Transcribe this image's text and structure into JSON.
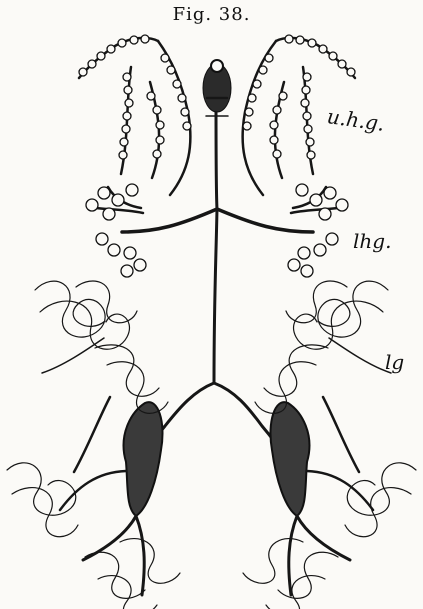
{
  "figure": {
    "title": "Fig. 38.",
    "labels": {
      "upper_hind_gland": "u.h.g.",
      "lower_hind_gland": "lhg.",
      "lower_gland": "lg"
    }
  },
  "colors": {
    "paper": "#fbfaf7",
    "ink": "#161616"
  }
}
